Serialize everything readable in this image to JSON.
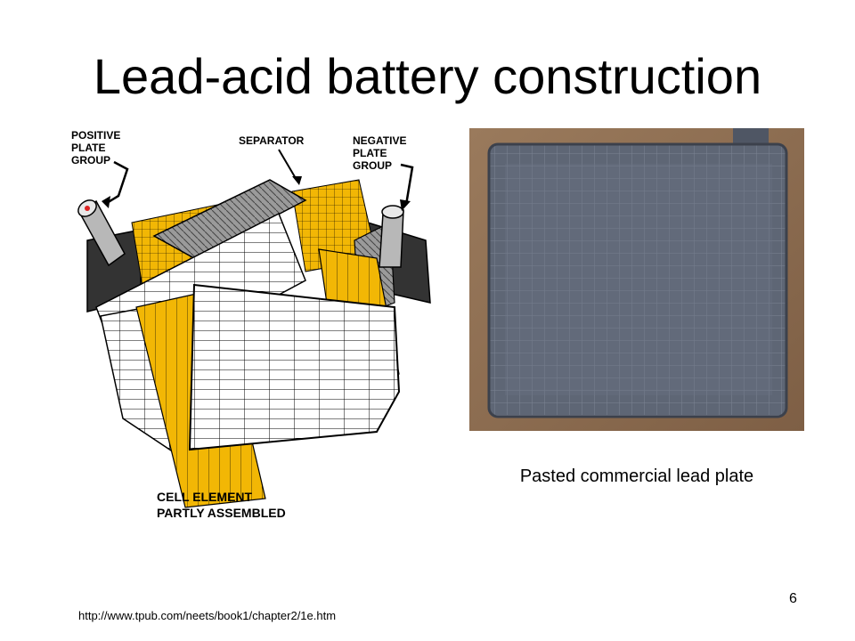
{
  "slide": {
    "title": "Lead-acid battery construction",
    "diagram": {
      "labels": {
        "positive": [
          "POSITIVE",
          "PLATE",
          "GROUP"
        ],
        "separator": "SEPARATOR",
        "negative": [
          "NEGATIVE",
          "PLATE",
          "GROUP"
        ],
        "cell": [
          "CELL ELEMENT",
          "PARTLY ASSEMBLED"
        ]
      },
      "colors": {
        "plate_yellow": "#f2b705",
        "outline": "#000000",
        "separator_gray": "#808080",
        "post_gray": "#b8b8b8"
      }
    },
    "photo": {
      "colors": {
        "background": "#8a6a4e",
        "plate": "#5e6675"
      }
    },
    "caption": "Pasted commercial lead plate",
    "source_url": "http://www.tpub.com/neets/book1/chapter2/1e.htm",
    "page_number": "6"
  }
}
